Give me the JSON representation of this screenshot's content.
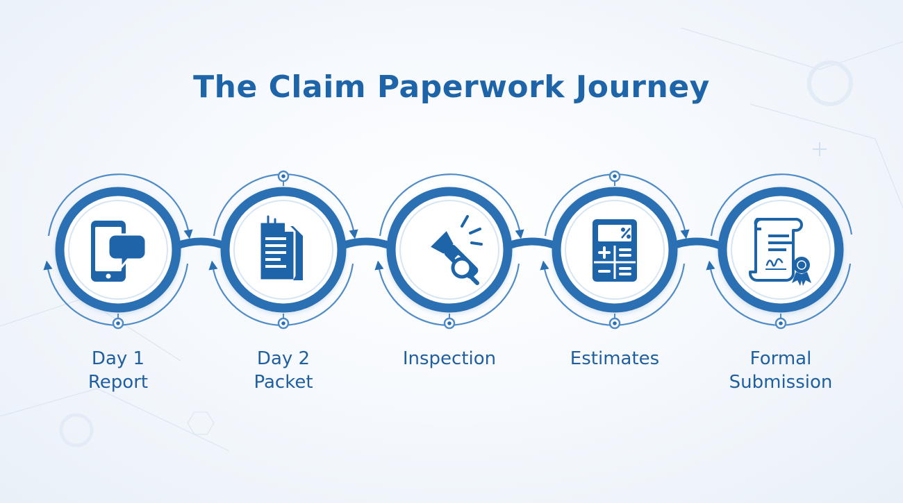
{
  "title": "The Claim Paperwork Journey",
  "colors": {
    "primary": "#1e64a8",
    "ring": "#2a6fb2",
    "light_ring": "#4f8cc7",
    "label": "#1f5f9f"
  },
  "steps": [
    {
      "icon": "smartphone-chat-icon",
      "label_lines": [
        "Day 1",
        "Report"
      ]
    },
    {
      "icon": "document-packet-icon",
      "label_lines": [
        "Day 2",
        "Packet"
      ]
    },
    {
      "icon": "flashlight-magnifier-icon",
      "label_lines": [
        "Inspection"
      ]
    },
    {
      "icon": "calculator-icon",
      "label_lines": [
        "Estimates"
      ]
    },
    {
      "icon": "certificate-scroll-icon",
      "label_lines": [
        "Formal",
        "Submission"
      ]
    }
  ]
}
